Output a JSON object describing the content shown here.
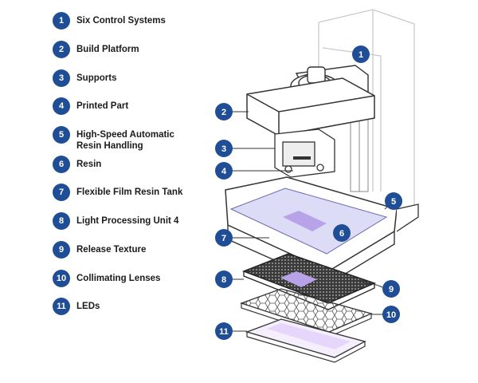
{
  "legend": {
    "items": [
      {
        "num": "1",
        "label": "Six Control Systems"
      },
      {
        "num": "2",
        "label": "Build Platform"
      },
      {
        "num": "3",
        "label": "Supports"
      },
      {
        "num": "4",
        "label": "Printed Part"
      },
      {
        "num": "5",
        "label": "High-Speed Automatic Resin Handling"
      },
      {
        "num": "6",
        "label": "Resin"
      },
      {
        "num": "7",
        "label": "Flexible Film Resin Tank"
      },
      {
        "num": "8",
        "label": "Light Processing Unit 4"
      },
      {
        "num": "9",
        "label": "Release Texture"
      },
      {
        "num": "10",
        "label": "Collimating Lenses"
      },
      {
        "num": "11",
        "label": "LEDs"
      }
    ]
  },
  "callouts": {
    "c1": "1",
    "c2": "2",
    "c3": "3",
    "c4": "4",
    "c5": "5",
    "c6": "6",
    "c7": "7",
    "c8": "8",
    "c9": "9",
    "c10": "10",
    "c11": "11"
  },
  "colors": {
    "badge": "#1f4e96",
    "resin": "#dcdcf7",
    "part": "#b9a3e8",
    "line": "#333333"
  }
}
